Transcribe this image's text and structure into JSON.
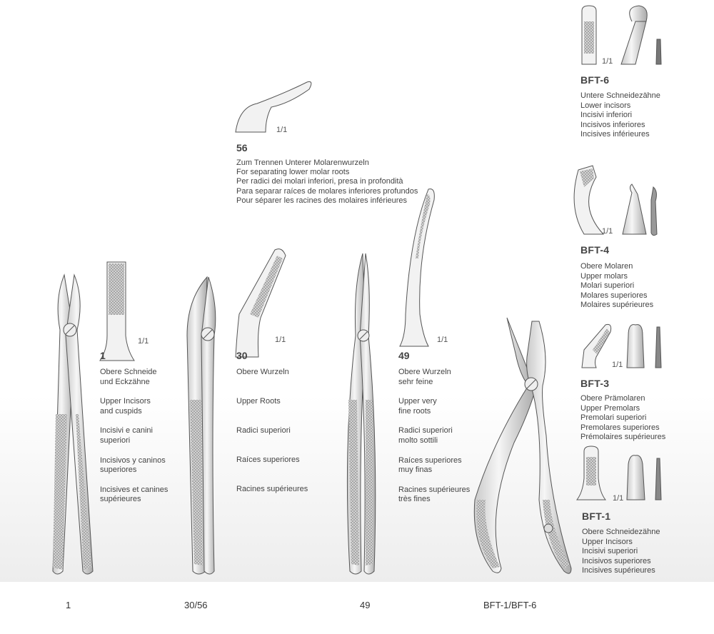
{
  "items": {
    "i1": {
      "number": "1",
      "scale": "1/1",
      "desc": [
        "Obere Schneide\nund Eckzähne",
        "Upper Incisors\nand cuspids",
        "Incisivi e canini\nsuperiori",
        "Incisivos y caninos\nsuperiores",
        "Incisives et canines\nsupérieures"
      ]
    },
    "i30": {
      "number": "30",
      "scale": "1/1",
      "desc": [
        "Obere Wurzeln",
        "Upper Roots",
        "Radici superiori",
        "Raíces superiores",
        "Racines supérieures"
      ]
    },
    "i49": {
      "number": "49",
      "scale": "1/1",
      "desc": [
        "Obere Wurzeln\nsehr feine",
        "Upper very\nfine roots",
        "Radici superiori\nmolto sottili",
        "Raíces superiores\nmuy finas",
        "Racines supérieures\ntrès fines"
      ]
    },
    "i56": {
      "number": "56",
      "scale": "1/1",
      "desc": [
        "Zum Trennen Unterer Molarenwurzeln",
        "For separating lower molar roots",
        "Per radici dei molari inferiori, presa in profondità",
        "Para separar raíces de molares inferiores profundos",
        "Pour séparer les racines des molaires inférieures"
      ]
    },
    "bft6": {
      "number": "BFT-6",
      "scale": "1/1",
      "desc": [
        "Untere Schneidezähne",
        "Lower incisors",
        "Incisivi inferiori",
        "Incisivos inferiores",
        "Incisives inférieures"
      ]
    },
    "bft4": {
      "number": "BFT-4",
      "scale": "1/1",
      "desc": [
        "Obere Molaren",
        "Upper molars",
        "Molari superiori",
        "Molares superiores",
        "Molaires supérieures"
      ]
    },
    "bft3": {
      "number": "BFT-3",
      "scale": "1/1",
      "desc": [
        "Obere Prämolaren",
        "Upper Premolars",
        "Premolari superiori",
        "Premolares superiores",
        "Prémolaires supérieures"
      ]
    },
    "bft1": {
      "number": "BFT-1",
      "scale": "1/1",
      "desc": [
        "Obere Schneidezähne",
        "Upper Incisors",
        "Incisivi superiori",
        "Incisivos superiores",
        "Incisives supérieures"
      ]
    }
  },
  "footer": [
    "1",
    "30/56",
    "49",
    "BFT-1/BFT-6"
  ]
}
